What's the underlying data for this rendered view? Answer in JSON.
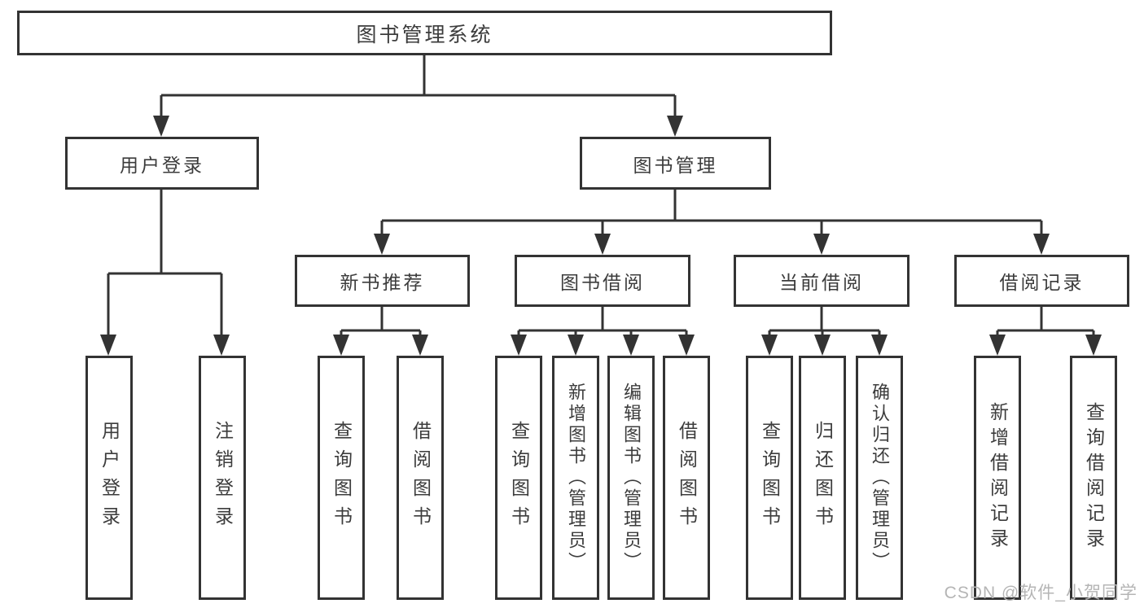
{
  "diagram": {
    "root": {
      "label": "图书管理系统"
    },
    "level2": {
      "user_login": {
        "label": "用户登录"
      },
      "book_management": {
        "label": "图书管理"
      }
    },
    "level3": {
      "new_book_recommend": {
        "label": "新书推荐"
      },
      "book_borrowing": {
        "label": "图书借阅"
      },
      "current_borrowing": {
        "label": "当前借阅"
      },
      "borrowing_records": {
        "label": "借阅记录"
      }
    },
    "leaves": {
      "user_login": {
        "label": "用户登录"
      },
      "logout": {
        "label": "注销登录"
      },
      "query_books_recommend": {
        "label": "查询图书"
      },
      "borrow_books_recommend": {
        "label": "借阅图书"
      },
      "query_books_borrowing": {
        "label": "查询图书"
      },
      "add_books_admin": {
        "label": "新增图书（管理员）"
      },
      "edit_books_admin": {
        "label": "编辑图书（管理员）"
      },
      "borrow_books_borrowing": {
        "label": "借阅图书"
      },
      "query_books_current": {
        "label": "查询图书"
      },
      "return_books": {
        "label": "归还图书"
      },
      "confirm_return_admin": {
        "label": "确认归还（管理员）"
      },
      "add_borrow_record": {
        "label": "新增借阅记录"
      },
      "query_borrow_record": {
        "label": "查询借阅记录"
      }
    }
  },
  "watermark": {
    "text": "CSDN @软件_小贺同学"
  },
  "colors": {
    "line": "#333333",
    "text": "#3c3c3c",
    "watermark": "#b5b5b5",
    "background": "#ffffff"
  }
}
